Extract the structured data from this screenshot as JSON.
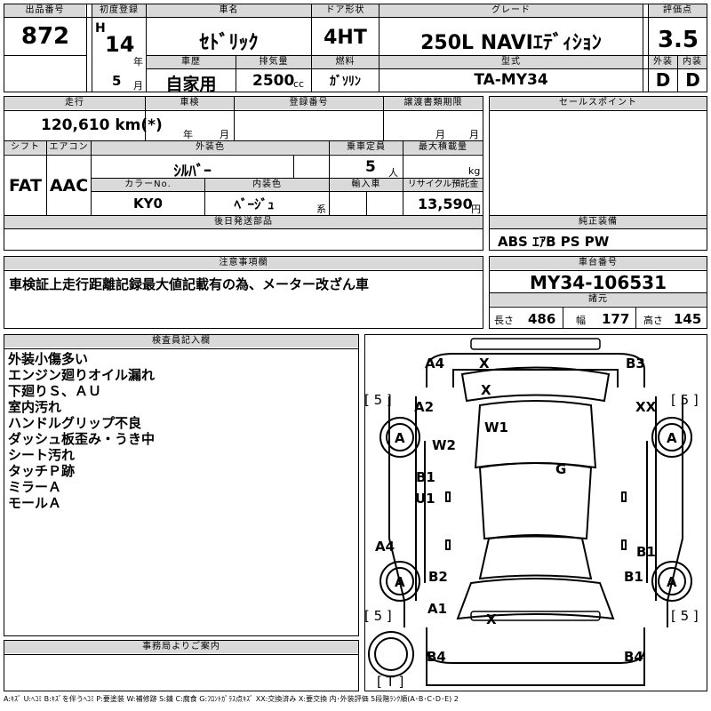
{
  "labels": {
    "lot_no": "出品番号",
    "first_reg": "初度登録",
    "car_name": "車名",
    "door": "ドア形状",
    "grade": "グレード",
    "score": "評価点",
    "history": "車歴",
    "displacement": "排気量",
    "fuel": "燃料",
    "model": "型式",
    "exterior": "外装",
    "interior": "内装",
    "mileage": "走行",
    "inspection": "車検",
    "reg_no": "登録番号",
    "transfer": "譲渡書類期限",
    "sales_points": "セールスポイント",
    "shift": "シフト",
    "aircon": "エアコン",
    "ext_color": "外装色",
    "capacity": "乗車定員",
    "max_load": "最大積載量",
    "color_no": "カラーNo.",
    "int_color": "内装色",
    "import": "輸入車",
    "recycle": "リサイクル預託金",
    "later_parts": "後日発送部品",
    "genuine_equip": "純正装備",
    "caution": "注意事項欄",
    "chassis_no": "車台番号",
    "specs": "諸元",
    "inspector": "検査員記入欄",
    "office": "事務局よりご案内",
    "year_unit": "年",
    "month_unit": "月",
    "cc_unit": "cc",
    "person_unit": "人",
    "kg_unit": "kg",
    "yen_unit": "円",
    "color_suffix": "系",
    "era": "H",
    "len": "長さ",
    "wid": "幅",
    "hei": "高さ"
  },
  "lot_no": "872",
  "first_reg_year": "14",
  "first_reg_month": "5",
  "car_name": "ｾﾄﾞﾘｯｸ",
  "door": "4HT",
  "grade": "250L NAVIｴﾃﾞｨｼｮﾝ",
  "score": "3.5",
  "history": "自家用",
  "displacement": "2500",
  "fuel": "ｶﾞｿﾘﾝ",
  "model": "TA-MY34",
  "exterior_grade": "D",
  "interior_grade": "D",
  "mileage": "120,610 km(*)",
  "shift": "FAT",
  "aircon": "AAC",
  "ext_color": "ｼﾙﾊﾞｰ",
  "capacity": "5",
  "color_no": "KY0",
  "int_color": "ﾍﾞｰｼﾞｭ",
  "recycle": "13,590",
  "genuine_equip": "ABS ｴｱB PS PW",
  "caution": "車検証上走行距離記録最大値記載有の為、メーター改ざん車",
  "chassis_no": "MY34-106531",
  "length": "486",
  "width": "177",
  "height": "145",
  "inspector_notes": [
    "外装小傷多い",
    "エンジン廻りオイル漏れ",
    "下廻りＳ、ＡＵ",
    "室内汚れ",
    "ハンドルグリップ不良",
    "ダッシュ板歪み・うき中",
    "シート汚れ",
    "タッチＰ跡",
    "ミラーＡ",
    "モールＡ"
  ],
  "diagram": {
    "a4_top": "A4",
    "x_top": "X",
    "b3_top": "B3",
    "x_windshield": "X",
    "bracket_left": "[ 5 ]",
    "bracket_right": "[ 5 ]",
    "a2": "A2",
    "xx": "XX",
    "a_front_left": "A",
    "a_front_right": "A",
    "w1": "W1",
    "w2": "W2",
    "g": "G",
    "b1_left": "B1",
    "u1": "U1",
    "a4_side": "A4",
    "b1_right_rear": "B1",
    "b1_right": "B1",
    "a_rear_left": "A",
    "a_rear_right": "A",
    "b2": "B2",
    "a1": "A1",
    "x_rear": "X",
    "bracket_bl": "[ 5 ]",
    "bracket_br": "[ 5 ]",
    "b4_left": "B4",
    "b4_right": "B4",
    "spare": "[ T ]"
  },
  "legend": "A:ｷｽﾞ U:ﾍｺﾐ B:ｷｽﾞを伴うﾍｺﾐ P:要塗装 W:補修跡 S:錆 C:腐食 G:ﾌﾛﾝﾄｶﾞﾗｽ点ｷｽﾞ XX:交換済み X:要交換 内･外装評価 5段階ﾗﾝｸ順(A･B･C･D･E) 2"
}
